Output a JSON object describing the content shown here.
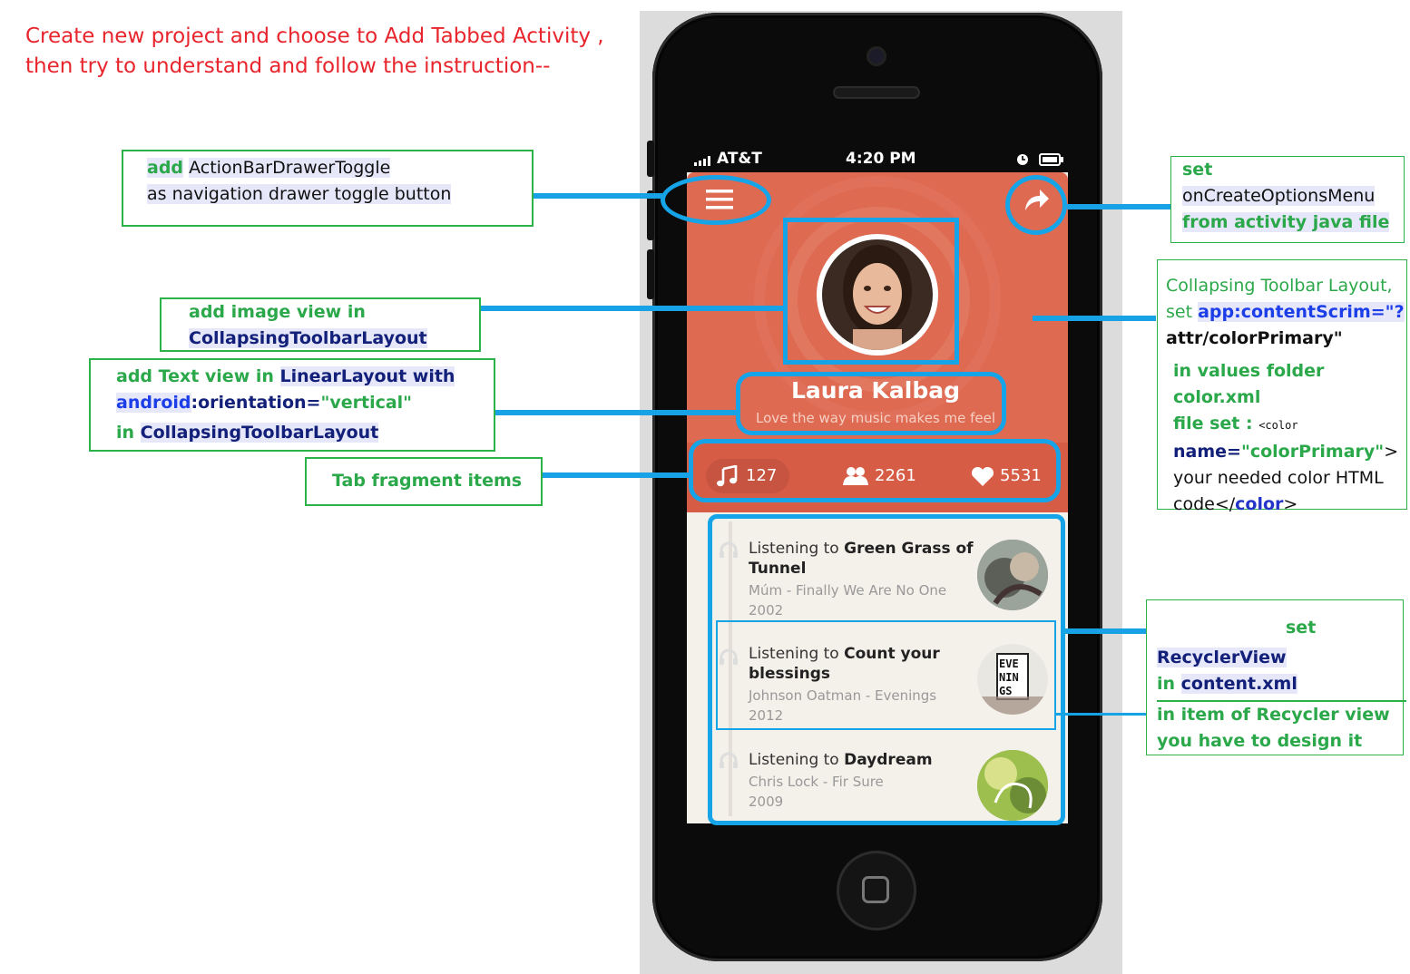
{
  "intro": {
    "line1": "Create new project and choose to Add Tabbed Activity ,",
    "line2": "then try to understand and follow the instruction--"
  },
  "notes": {
    "drawer": {
      "w1": "add",
      "w2": "ActionBarDrawerToggle",
      "line2": "as navigation drawer toggle button"
    },
    "menu": {
      "line1": "set",
      "line2": "onCreateOptionsMenu",
      "line3": "from activity java file"
    },
    "image": {
      "line1": "add image view in",
      "line2": "CollapsingToolbarLayout"
    },
    "text": {
      "a": "add Text view in ",
      "b": "LinearLayout with",
      "c": "android",
      "d": ":orientation=",
      "e": "\"vertical\"",
      "f": "in ",
      "g": "CollapsingToolbarLayout"
    },
    "tabs": {
      "line1": "Tab fragment items"
    },
    "collapsing": {
      "l1": "Collapsing Toolbar Layout,",
      "l2a": "set ",
      "l2b": "app:contentScrim=\"?",
      "l3": "attr/colorPrimary\"",
      "l4": "in values folder color.xml",
      "l5a": "file set : ",
      "l5b": "<color",
      "l6a": "name=",
      "l6b": "\"colorPrimary\"",
      "l6c": ">",
      "l7": "your needed color HTML",
      "l8a": "code</",
      "l8b": "color",
      "l8c": ">"
    },
    "recycler": {
      "l1": "set",
      "l2": "RecyclerView",
      "l3a": "in ",
      "l3b": "content.xml",
      "l4": "in item of Recycler view",
      "l5": "you have to design it"
    }
  },
  "phone": {
    "carrier": "AT&T",
    "time": "4:20 PM",
    "profile_name": "Laura Kalbag",
    "profile_tagline": "Love the way music makes me feel",
    "tabs": [
      {
        "icon": "music-note-icon",
        "count": "127"
      },
      {
        "icon": "users-icon",
        "count": "2261"
      },
      {
        "icon": "heart-icon",
        "count": "5531"
      }
    ],
    "items": [
      {
        "prefix": "Listening to ",
        "song_l1": "Green Grass of",
        "song_l2": "Tunnel",
        "artist": "Múm - Finally We Are No One",
        "year": "2002"
      },
      {
        "prefix": "Listening to ",
        "song_l1": "Count your",
        "song_l2": "blessings",
        "artist": "Johnson Oatman  - Evenings",
        "year": "2012",
        "thumb_text": [
          "EVE",
          "NIN",
          "GS"
        ]
      },
      {
        "prefix": "Listening to ",
        "song_l1": "Daydream",
        "song_l2": "",
        "artist": "Chris Lock - Fir Sure",
        "year": "2009"
      }
    ]
  },
  "colors": {
    "accent": "#16a4e8",
    "header": "#de6a52",
    "note_border": "#2db24a",
    "intro": "#e8242c"
  }
}
